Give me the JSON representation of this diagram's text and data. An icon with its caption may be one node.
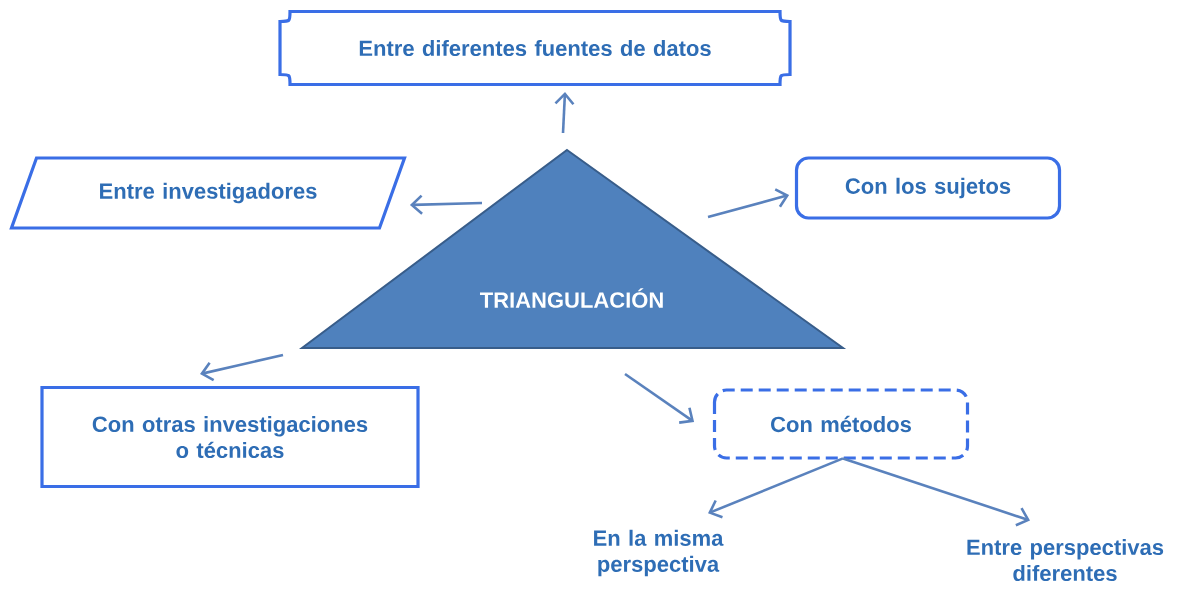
{
  "diagram": {
    "nodes": [
      {
        "text": [
          "TRIANGULACIÓN"
        ]
      },
      {
        "text": [
          "Entre diferentes fuentes de datos"
        ]
      },
      {
        "text": [
          "Entre investigadores"
        ]
      },
      {
        "text": [
          "Con los sujetos"
        ]
      },
      {
        "text": [
          "Con otras investigaciones o técnicas"
        ]
      },
      {
        "text": [
          "Con métodos"
        ]
      },
      {
        "text": [
          "En la misma perspectiva"
        ]
      },
      {
        "text": [
          "Entre perspectivas diferentes"
        ]
      }
    ],
    "edges": [
      {
        "from": 0,
        "to": 1,
        "arrow": "to"
      },
      {
        "from": 0,
        "to": 2,
        "arrow": "to"
      },
      {
        "from": 0,
        "to": 3,
        "arrow": "to"
      },
      {
        "from": 0,
        "to": 4,
        "arrow": "to"
      },
      {
        "from": 0,
        "to": 5,
        "arrow": "to"
      },
      {
        "from": 5,
        "to": 6,
        "arrow": "to"
      },
      {
        "from": 5,
        "to": 7,
        "arrow": "to"
      }
    ]
  }
}
